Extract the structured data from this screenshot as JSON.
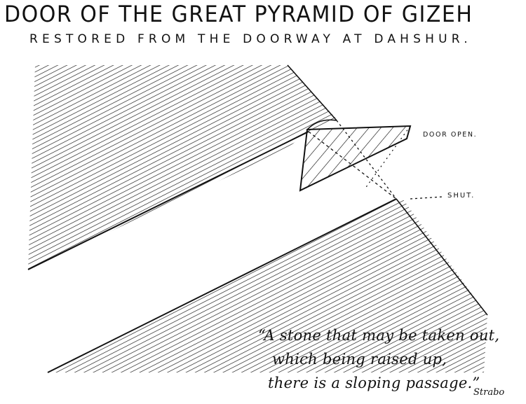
{
  "title": "DOOR OF THE GREAT PYRAMID OF GIZEH",
  "subtitle": "RESTORED FROM THE DOORWAY AT DAHSHUR.",
  "labels": {
    "door_open": "DOOR OPEN.",
    "shut": "SHUT."
  },
  "quote": {
    "line1": "“A stone that may be taken out,",
    "line2": "which being raised up,",
    "line3": "there is a sloping passage.”",
    "attribution": "Strabo"
  },
  "colors": {
    "ink": "#111111",
    "paper": "#ffffff"
  }
}
